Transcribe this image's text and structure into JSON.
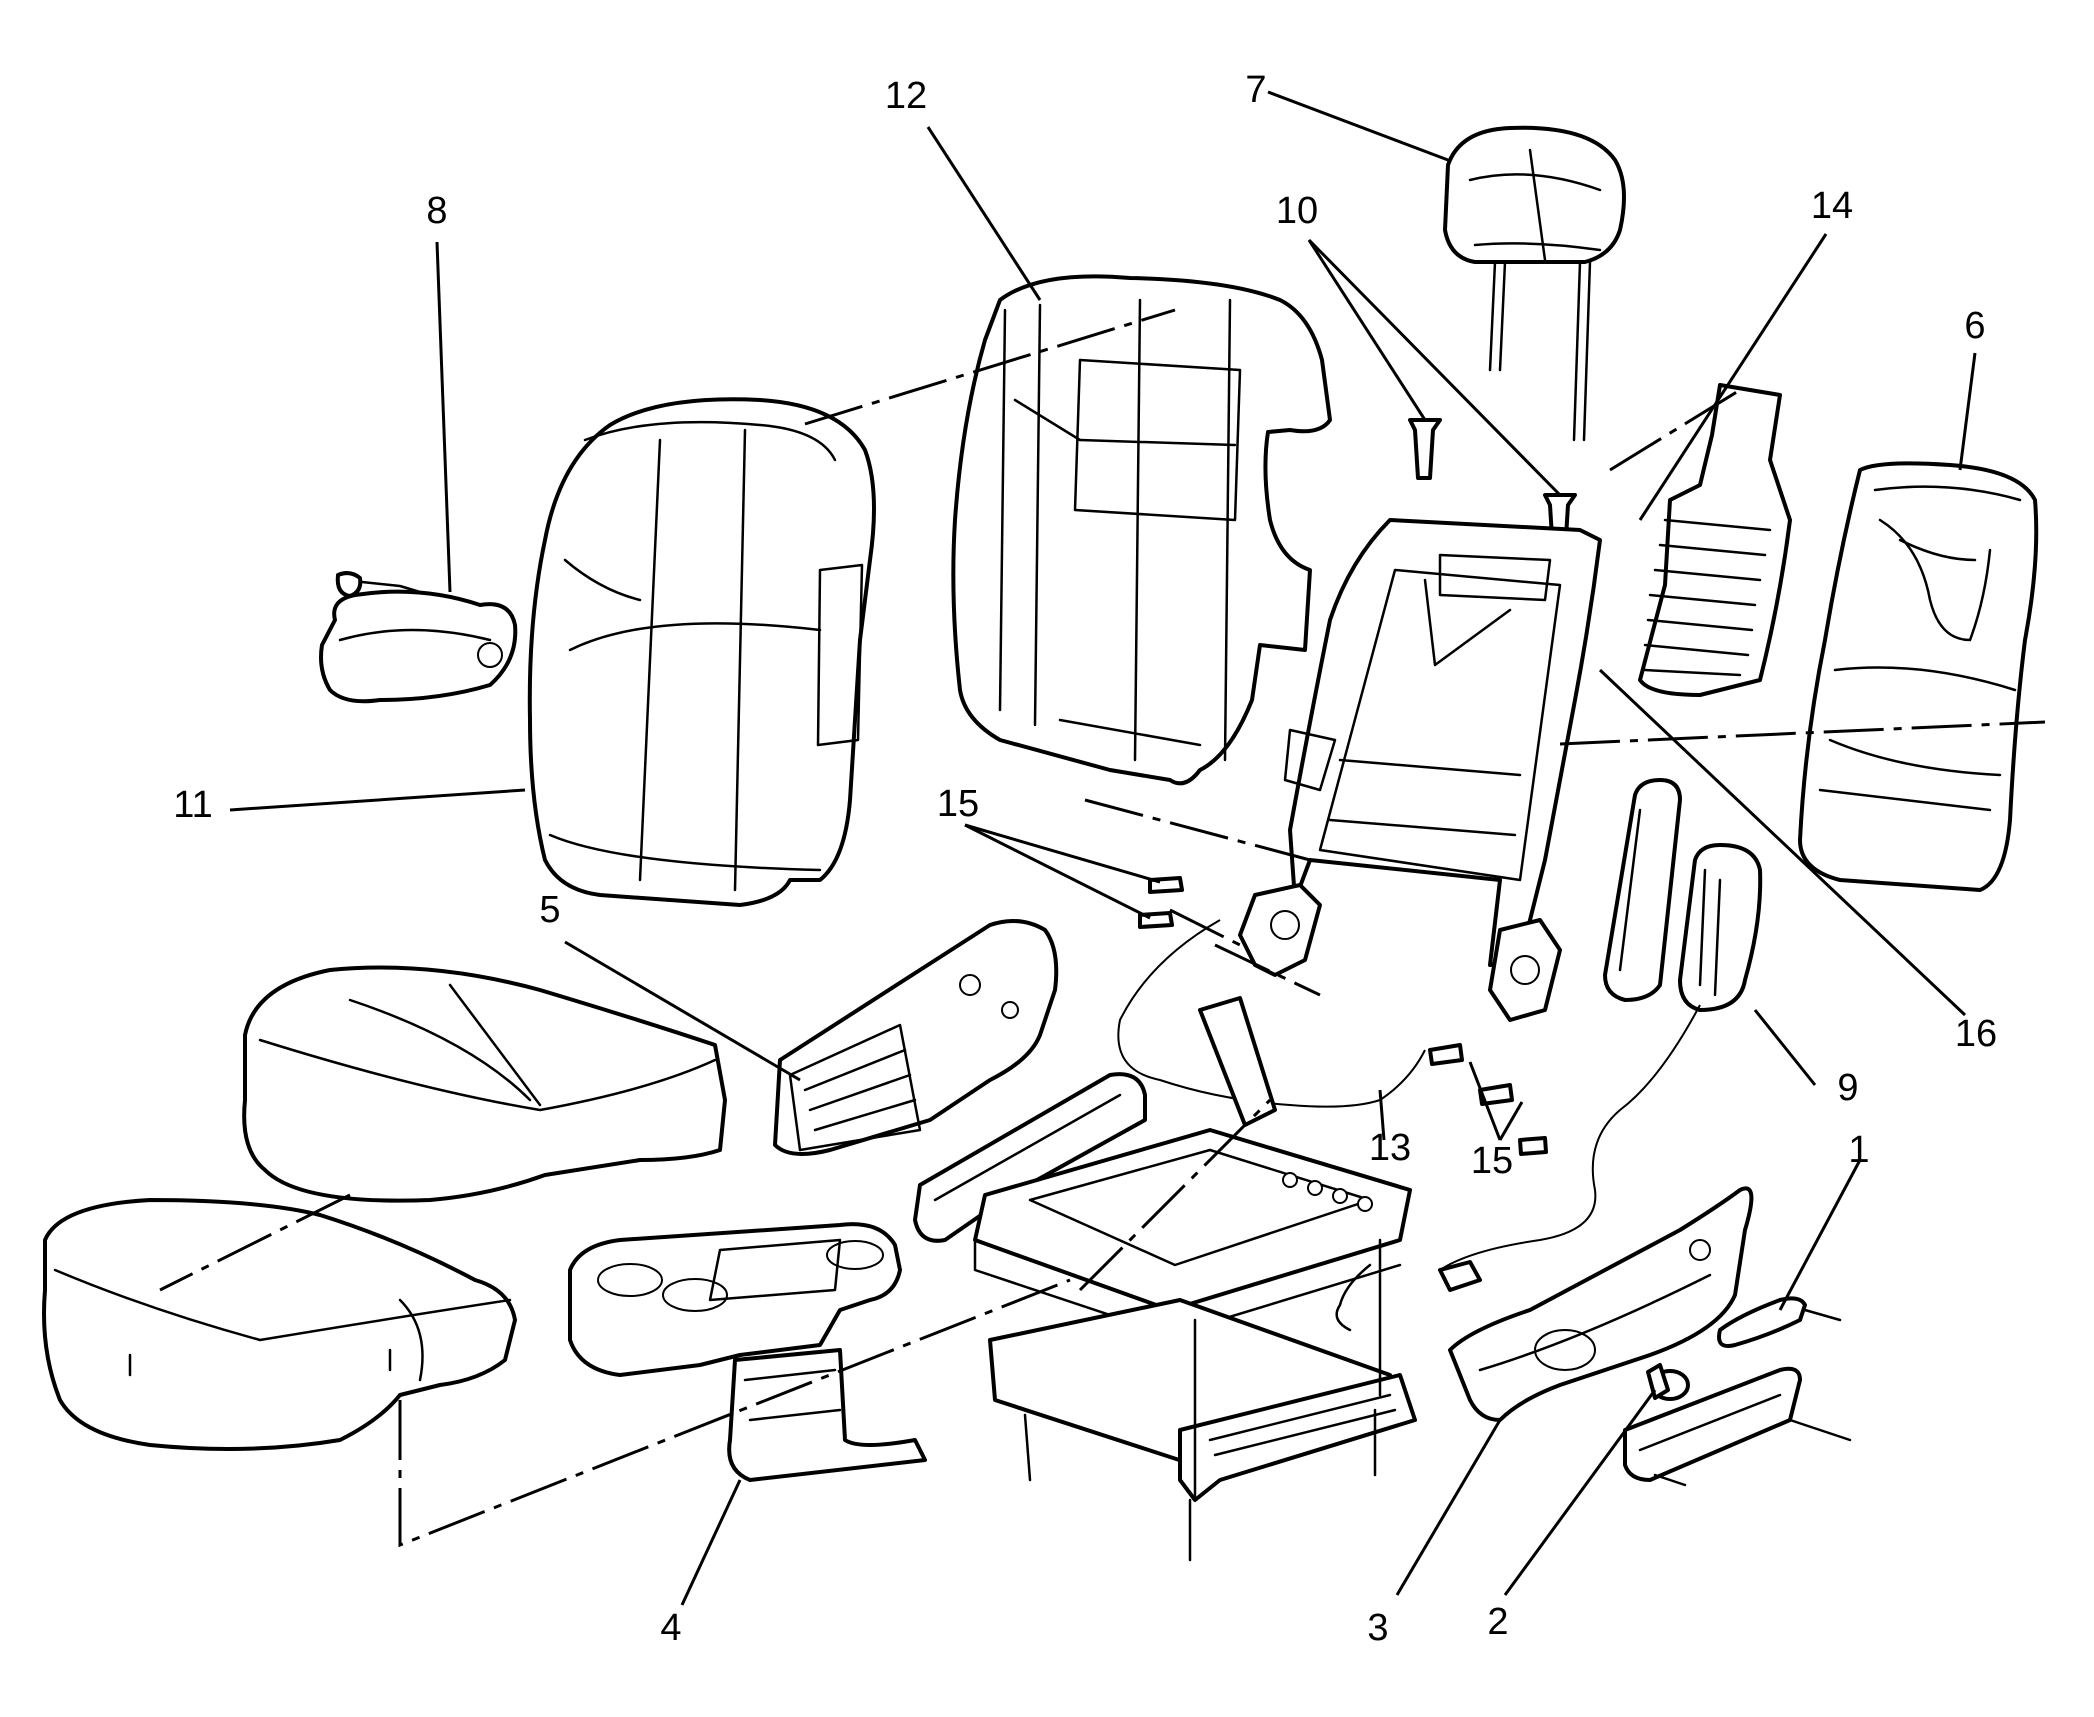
{
  "callouts": {
    "c1": "1",
    "c2": "2",
    "c3": "3",
    "c4": "4",
    "c5": "5",
    "c6": "6",
    "c7": "7",
    "c8": "8",
    "c9": "9",
    "c10": "10",
    "c11": "11",
    "c12": "12",
    "c13": "13",
    "c14": "14",
    "c15a": "15",
    "c15b": "15",
    "c16": "16"
  }
}
